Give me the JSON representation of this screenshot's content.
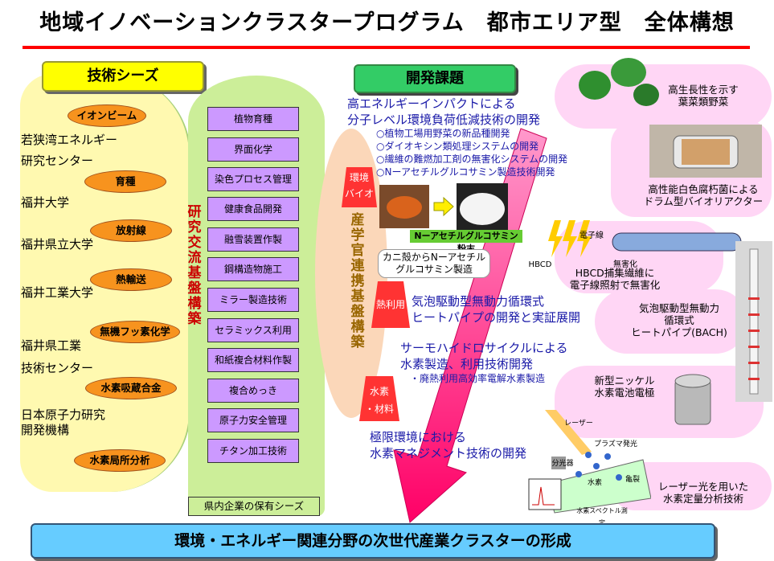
{
  "title": "地域イノベーションクラスタープログラム　都市エリア型　全体構想",
  "seeds": {
    "header": "技術シーズ",
    "ovals": [
      "イオンビーム",
      "育種",
      "放射線",
      "熱輸送",
      "無機フッ素化学",
      "水素吸蔵合金",
      "水素局所分析"
    ],
    "institutions": [
      "若狭湾エネルギー",
      "研究センター",
      "福井大学",
      "福井県立大学",
      "福井工業大学",
      "福井県工業",
      "技術センター",
      "日本原子力研究",
      "開発機構"
    ],
    "vertical_label": "研究交流基盤構築"
  },
  "tech_boxes": [
    "植物育種",
    "界面化学",
    "染色プロセス管理",
    "健康食品開発",
    "融雪装置作製",
    "鋼構造物施工",
    "ミラー製造技術",
    "セラミックス利用",
    "和紙複合材料作製",
    "複合めっき",
    "原子力安全管理",
    "チタン加工技術"
  ],
  "holdings_label": "県内企業の保有シーズ",
  "development": {
    "header": "開発課題",
    "vertical_label": "産学官連携基盤構築",
    "h1": "高エネルギーインパクトによる",
    "h2": "分子レベル環境負荷低減技術の開発",
    "bullets": [
      "○植物工場用野菜の新品種開発",
      "○ダイオキシン類処理システムの開発",
      "○繊維の難燃加工剤の無害化システムの開発",
      "○Nーアセチルグルコサミン製造技術開発"
    ],
    "tag_env": [
      "環境",
      "バイオ"
    ],
    "chitosan_label": "Nーアセチルグルコサミン粉末",
    "chitosan_note": "カニ殻からNーアセチル グルコサミン製造",
    "tag_heat": "熱利用",
    "heat_h1": "気泡駆動型無動力循環式",
    "heat_h2": "ヒートパイプの開発と実証展開",
    "tag_h2": [
      "水素",
      "・材料"
    ],
    "h2_h1": "サーモハイドロサイクルによる",
    "h2_h2": "水素製造、利用技術開発",
    "h2_sub": "・廃熱利用高効率電解水素製造",
    "limit_h1": "極限環境における",
    "limit_h2": "水素マネジメント技術の開発"
  },
  "callouts": {
    "veg": [
      "高生長性を示す",
      "葉菜類野菜"
    ],
    "drum": [
      "高性能白色腐朽菌による",
      "ドラム型バイオリアクター"
    ],
    "hbcd": [
      "HBCD捕集繊維に",
      "電子線照射で無害化"
    ],
    "ebeam_label": "電子線",
    "hbcd_small": "HBCD",
    "harmless": "無害化",
    "bach": [
      "気泡駆動型無動力",
      "循環式",
      "ヒートパイプ(BACH)"
    ],
    "nickel": [
      "新型ニッケル",
      "水素電池電極"
    ],
    "laser": [
      "レーザー光を用いた",
      "水素定量分析技術"
    ],
    "laser_small": "レーザー",
    "plasma": "プラズマ発光",
    "spectro": "分光器",
    "hydrogen": "水素",
    "crack": "亀裂",
    "spectrum": "水素スペクトル測定"
  },
  "banner": "環境・エネルギー関連分野の次世代産業クラスターの形成"
}
